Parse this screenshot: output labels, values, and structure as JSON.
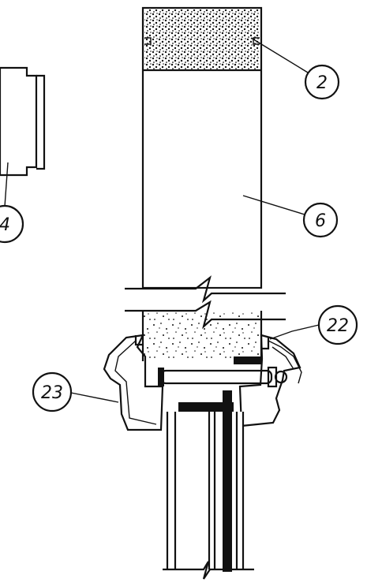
{
  "diagram": {
    "callouts": [
      {
        "id": "callout-2",
        "label": "2"
      },
      {
        "id": "callout-6",
        "label": "6"
      },
      {
        "id": "callout-4",
        "label": "4"
      },
      {
        "id": "callout-22",
        "label": "22"
      },
      {
        "id": "callout-23",
        "label": "23"
      }
    ],
    "colors": {
      "ink": "#111111",
      "background": "#ffffff",
      "fill_light": "#f4f4f4"
    }
  }
}
